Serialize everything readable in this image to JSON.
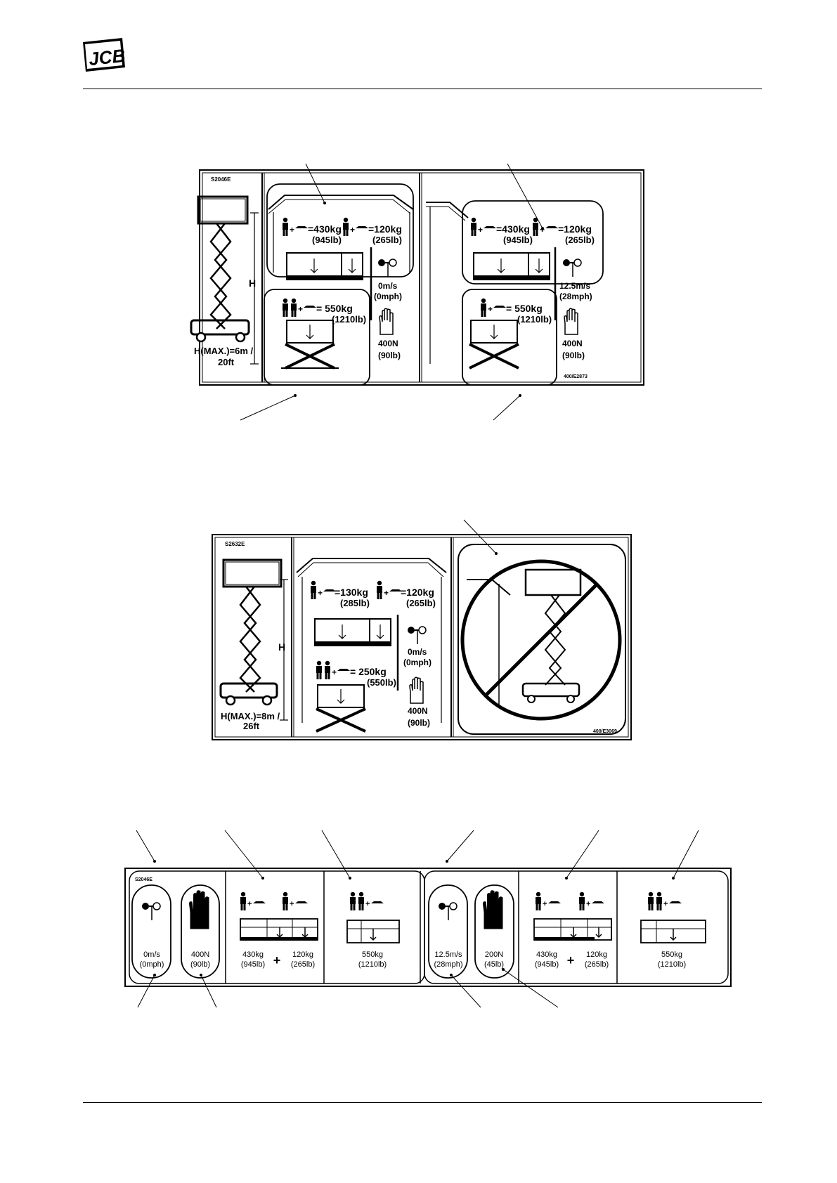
{
  "header": {
    "logo_text": "JCB"
  },
  "figure1": {
    "code": "S2046E",
    "ref": "400/E2873",
    "h_label": "H",
    "hmax": [
      "H(MAX.)=6m /",
      "20ft"
    ],
    "indoor_upper": {
      "load1": "=430kg",
      "load1_lb": "(945lb)",
      "load2": "=120kg",
      "load2_lb": "(265lb)"
    },
    "indoor_lower": {
      "load": "= 550kg",
      "load_lb": "(1210lb)"
    },
    "indoor_wind": [
      "0m/s",
      "(0mph)"
    ],
    "indoor_force": [
      "400N",
      "(90lb)"
    ],
    "outdoor_upper": {
      "load1": "=430kg",
      "load1_lb": "(945lb)",
      "load2": "=120kg",
      "load2_lb": "(265lb)"
    },
    "outdoor_lower": {
      "load": "= 550kg",
      "load_lb": "(1210lb)"
    },
    "outdoor_wind": [
      "12.5m/s",
      "(28mph)"
    ],
    "outdoor_force": [
      "400N",
      "(90lb)"
    ]
  },
  "figure2": {
    "code": "S2632E",
    "ref": "400/E3069",
    "h_label": "H",
    "hmax": [
      "H(MAX.)=8m /",
      "26ft"
    ],
    "upper": {
      "load1": "=130kg",
      "load1_lb": "(285lb)",
      "load2": "=120kg",
      "load2_lb": "(265lb)"
    },
    "lower": {
      "load": "= 250kg",
      "load_lb": "(550lb)"
    },
    "wind": [
      "0m/s",
      "(0mph)"
    ],
    "force": [
      "400N",
      "(90lb)"
    ]
  },
  "figure3": {
    "code": "S2046E",
    "g1_wind": [
      "0m/s",
      "(0mph)"
    ],
    "g1_force": [
      "400N",
      "(90lb)"
    ],
    "g1_load_a": [
      "430kg",
      "(945lb)"
    ],
    "plus": "+",
    "g1_load_b": [
      "120kg",
      "(265lb)"
    ],
    "g1_load_c": [
      "550kg",
      "(1210lb)"
    ],
    "g2_wind": [
      "12.5m/s",
      "(28mph)"
    ],
    "g2_force": [
      "200N",
      "(45lb)"
    ],
    "g2_load_a": [
      "430kg",
      "(945lb)"
    ],
    "g2_load_b": [
      "120kg",
      "(265lb)"
    ],
    "g2_load_c": [
      "550kg",
      "(1210lb)"
    ]
  }
}
